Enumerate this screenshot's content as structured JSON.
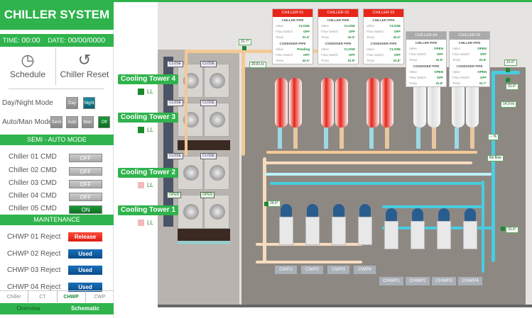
{
  "header": {
    "title": "CHILLER SYSTEM"
  },
  "timebar": {
    "time_label": "TIME:",
    "time": "00:00",
    "date_label": "DATE:",
    "date": "00/00/0000"
  },
  "actions": [
    {
      "label": "Schedule",
      "icon": "schedule-icon"
    },
    {
      "label": "Chiller Reset",
      "icon": "reset-icon"
    }
  ],
  "modes": {
    "day_night": {
      "label": "Day/Night Mode",
      "options": [
        "Day",
        "Night"
      ],
      "selected": "Night"
    },
    "auto_man": {
      "label": "Auto/Man Mode",
      "options": [
        "Semi",
        "Auto",
        "Man",
        "Off"
      ],
      "selected": "Off"
    }
  },
  "semi_auto": {
    "title": "SEMI - AUTO MODE",
    "items": [
      {
        "label": "Chiller 01 CMD",
        "state": "OFF"
      },
      {
        "label": "Chiller 02 CMD",
        "state": "OFF"
      },
      {
        "label": "Chiller 03 CMD",
        "state": "OFF"
      },
      {
        "label": "Chiller 04 CMD",
        "state": "OFF"
      },
      {
        "label": "Chiller 05 CMD",
        "state": "ON"
      }
    ]
  },
  "maintenance": {
    "title": "MAINTENANCE",
    "items": [
      {
        "label": "CHWP 01 Reject",
        "state": "Release"
      },
      {
        "label": "CHWP 02 Reject",
        "state": "Used"
      },
      {
        "label": "CHWP 03 Reject",
        "state": "Used"
      },
      {
        "label": "CHWP 04 Reject",
        "state": "Used"
      }
    ]
  },
  "tabs": {
    "items": [
      "Chiller",
      "CT",
      "CHWP",
      "CWP"
    ],
    "active": "CHWP"
  },
  "bottom_nav": {
    "items": [
      "Overview",
      "Schematic"
    ],
    "active": "Schematic"
  },
  "colors": {
    "brand_green": "#2fb34c",
    "alarm_red": "#e8251a",
    "used_blue": "#0b5fa5"
  },
  "cooling_towers": [
    {
      "name": "Cooling Tower 4",
      "level": "LL",
      "level_ok": true,
      "valves": [
        "CLOSE",
        "CLOSE"
      ]
    },
    {
      "name": "Cooling Tower 3",
      "level": "LL",
      "level_ok": true,
      "valves": [
        "CLOSE",
        "CLOSE"
      ]
    },
    {
      "name": "Cooling Tower 2",
      "level": "LL",
      "level_ok": false,
      "valves": [
        "CLOSE",
        "CLOSE"
      ]
    },
    {
      "name": "Cooling Tower 1",
      "level": "LL",
      "level_ok": false,
      "valves": [
        "OPEN",
        "OPEN"
      ]
    }
  ],
  "chillers": [
    {
      "name": "CHILLER 01",
      "running": true,
      "chiller_pipe_title": "CHILLER PIPE",
      "condenser_pipe_title": "CODENSER PIPE",
      "chiller_pipe": {
        "Valve": "CLOSE",
        "Flow Switch": "OFF",
        "Temp": "31.4°"
      },
      "condenser_pipe": {
        "Valve": "Pending",
        "Flow Switch": "OFF",
        "Temp": "42.4°"
      }
    },
    {
      "name": "CHILLER 02",
      "running": true,
      "chiller_pipe_title": "CHILLER PIPE",
      "condenser_pipe_title": "CODENSER PIPE",
      "chiller_pipe": {
        "Valve": "CLOSE",
        "Flow Switch": "OFF",
        "Temp": "42.4°"
      },
      "condenser_pipe": {
        "Valve": "CLOSE",
        "Flow Switch": "OFF",
        "Temp": "31.9°"
      }
    },
    {
      "name": "CHILLER 03",
      "running": true,
      "chiller_pipe_title": "CHILLER PIPE",
      "condenser_pipe_title": "CODENSER PIPE",
      "chiller_pipe": {
        "Valve": "CLOSE",
        "Flow Switch": "OFF",
        "Temp": "42.4°"
      },
      "condenser_pipe": {
        "Valve": "CLOSE",
        "Flow Switch": "OFF",
        "Temp": "31.5°"
      }
    },
    {
      "name": "CHILLER 04",
      "running": false,
      "chiller_pipe_title": "CHILLER PIPE",
      "condenser_pipe_title": "CODENSER PIPE",
      "chiller_pipe": {
        "Valve": "OPEN",
        "Flow Switch": "OFF",
        "Temp": "31.5°"
      },
      "condenser_pipe": {
        "Valve": "OPEN",
        "Flow Switch": "OFF",
        "Temp": "31.6°"
      }
    },
    {
      "name": "CHILLER 05",
      "running": false,
      "chiller_pipe_title": "CHILLER PIPE",
      "condenser_pipe_title": "CODENSER PIPE",
      "chiller_pipe": {
        "Valve": "OPEN",
        "Flow Switch": "OFF",
        "Temp": "31.5°"
      },
      "condenser_pipe": {
        "Valve": "OPEN",
        "Flow Switch": "OFF",
        "Temp": "31.7°"
      }
    }
  ],
  "readouts": {
    "ct_supply_temp": "31.7°",
    "ct_flow": "20.8 L/s",
    "cw_return_temp": "29.6°",
    "chw_top_temp": "31.6°",
    "chw_temp_2": "31.6°",
    "chw_flow": "14.9 l/s",
    "chw_valve_pct": "-- %",
    "flow_switch": "No flow",
    "chw_return_temp": "31.6°"
  },
  "pumps": {
    "cwp": [
      "CWP1",
      "CWP2",
      "CWP3",
      "CWP4"
    ],
    "chwp": [
      "CHWP1",
      "CHWP2",
      "CHWP3",
      "CHWP4"
    ]
  }
}
